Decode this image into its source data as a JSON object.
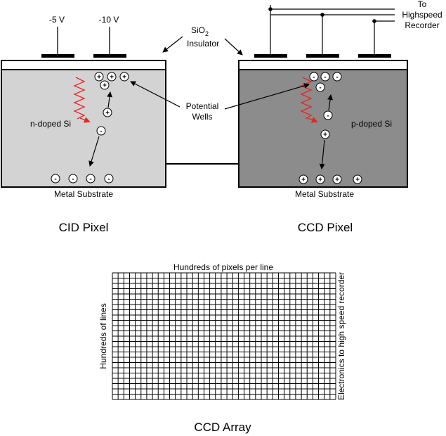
{
  "diagram": {
    "cid": {
      "voltage_left": "-5 V",
      "voltage_right": "-10 V",
      "material": "n-doped Si",
      "substrate": "Metal Substrate",
      "title": "CID Pixel",
      "well_sign": "+",
      "free_sign": "-"
    },
    "ccd": {
      "material": "p-doped Si",
      "substrate": "Metal Substrate",
      "title": "CCD Pixel",
      "well_sign": "-",
      "free_sign": "+",
      "recorder_line1": "To",
      "recorder_line2": "Highspeed",
      "recorder_line3": "Recorder"
    },
    "insulator": {
      "formula_main": "SiO",
      "formula_sub": "2",
      "label": "Insulator"
    },
    "wells": {
      "line1": "Potential",
      "line2": "Wells"
    },
    "array": {
      "top_label": "Hundreds of pixels per line",
      "left_label": "Hundreds of lines",
      "right_label": "Electronics to high speed recorder",
      "title": "CCD Array"
    },
    "colors": {
      "cid_body": "#d3d3d3",
      "ccd_body": "#8c8c8c",
      "photon": "#ee2222",
      "line": "#000000"
    }
  }
}
